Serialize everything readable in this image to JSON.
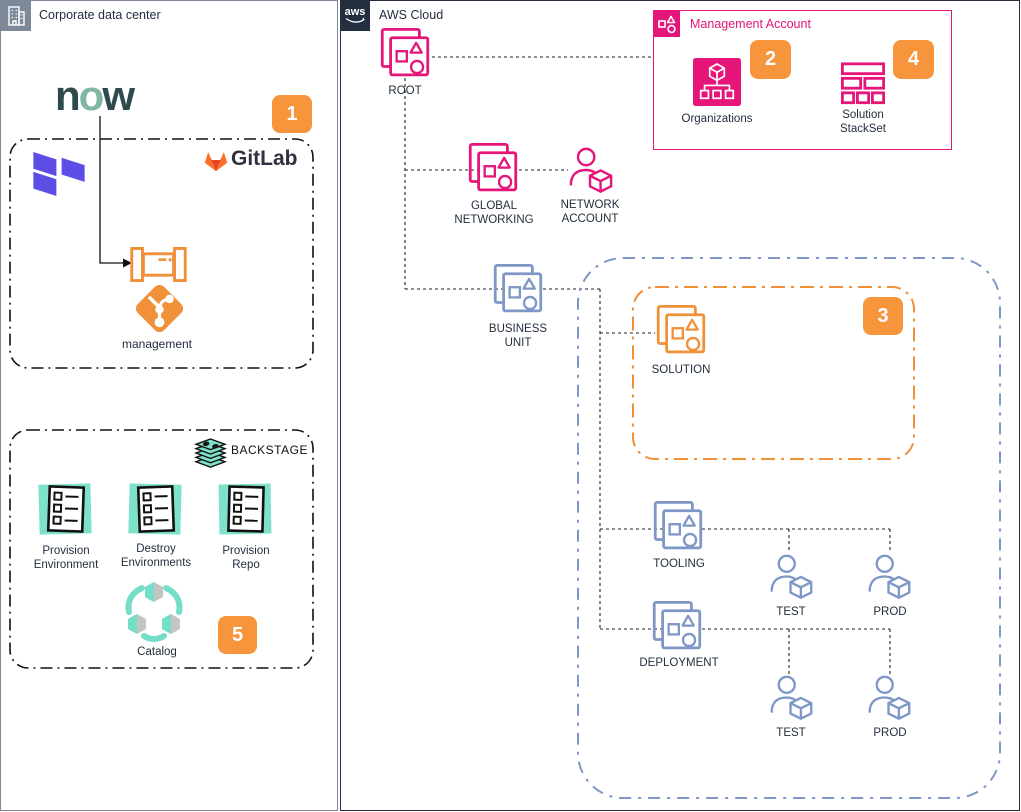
{
  "colors": {
    "pink": "#E5157A",
    "orange_icon": "#F0913A",
    "badge_orange": "#F6953C",
    "blue": "#7E97C7",
    "teal": "#7EE2CB",
    "header_gray": "#7D8998",
    "aws_navy": "#232F3E",
    "terraform_purple": "#5C4EE5",
    "gitlab_orange": "#FC6D26"
  },
  "left_panel": {
    "header": {
      "title": "Corporate data center"
    },
    "servicenow_logo": {
      "n": "n",
      "o": "o",
      "w": "w"
    },
    "badge_1": "1",
    "pipeline_box": {
      "gitlab_label": "GitLab",
      "management_label": "management"
    },
    "backstage_box": {
      "title": "BACKSTAGE",
      "badge_5": "5",
      "templates": [
        {
          "label": "Provision\nEnvironment"
        },
        {
          "label": "Destroy\nEnvironments"
        },
        {
          "label": "Provision\nRepo"
        }
      ],
      "catalog_label": "Catalog"
    }
  },
  "right_panel": {
    "header": {
      "title": "AWS Cloud",
      "logo_text": "aws"
    },
    "root_label": "ROOT",
    "management_account": {
      "title": "Management Account",
      "badge_2": "2",
      "organizations_label": "Organizations",
      "badge_4": "4",
      "stackset_label": "Solution\nStackSet"
    },
    "global_networking_label": "GLOBAL\nNETWORKING",
    "network_account_label": "NETWORK\nACCOUNT",
    "business_unit_label": "BUSINESS\nUNIT",
    "solution_ou": {
      "label": "SOLUTION",
      "badge_3": "3"
    },
    "tooling_label": "TOOLING",
    "deployment_label": "DEPLOYMENT",
    "accounts": {
      "tooling_test": "TEST",
      "tooling_prod": "PROD",
      "deployment_test": "TEST",
      "deployment_prod": "PROD"
    }
  }
}
